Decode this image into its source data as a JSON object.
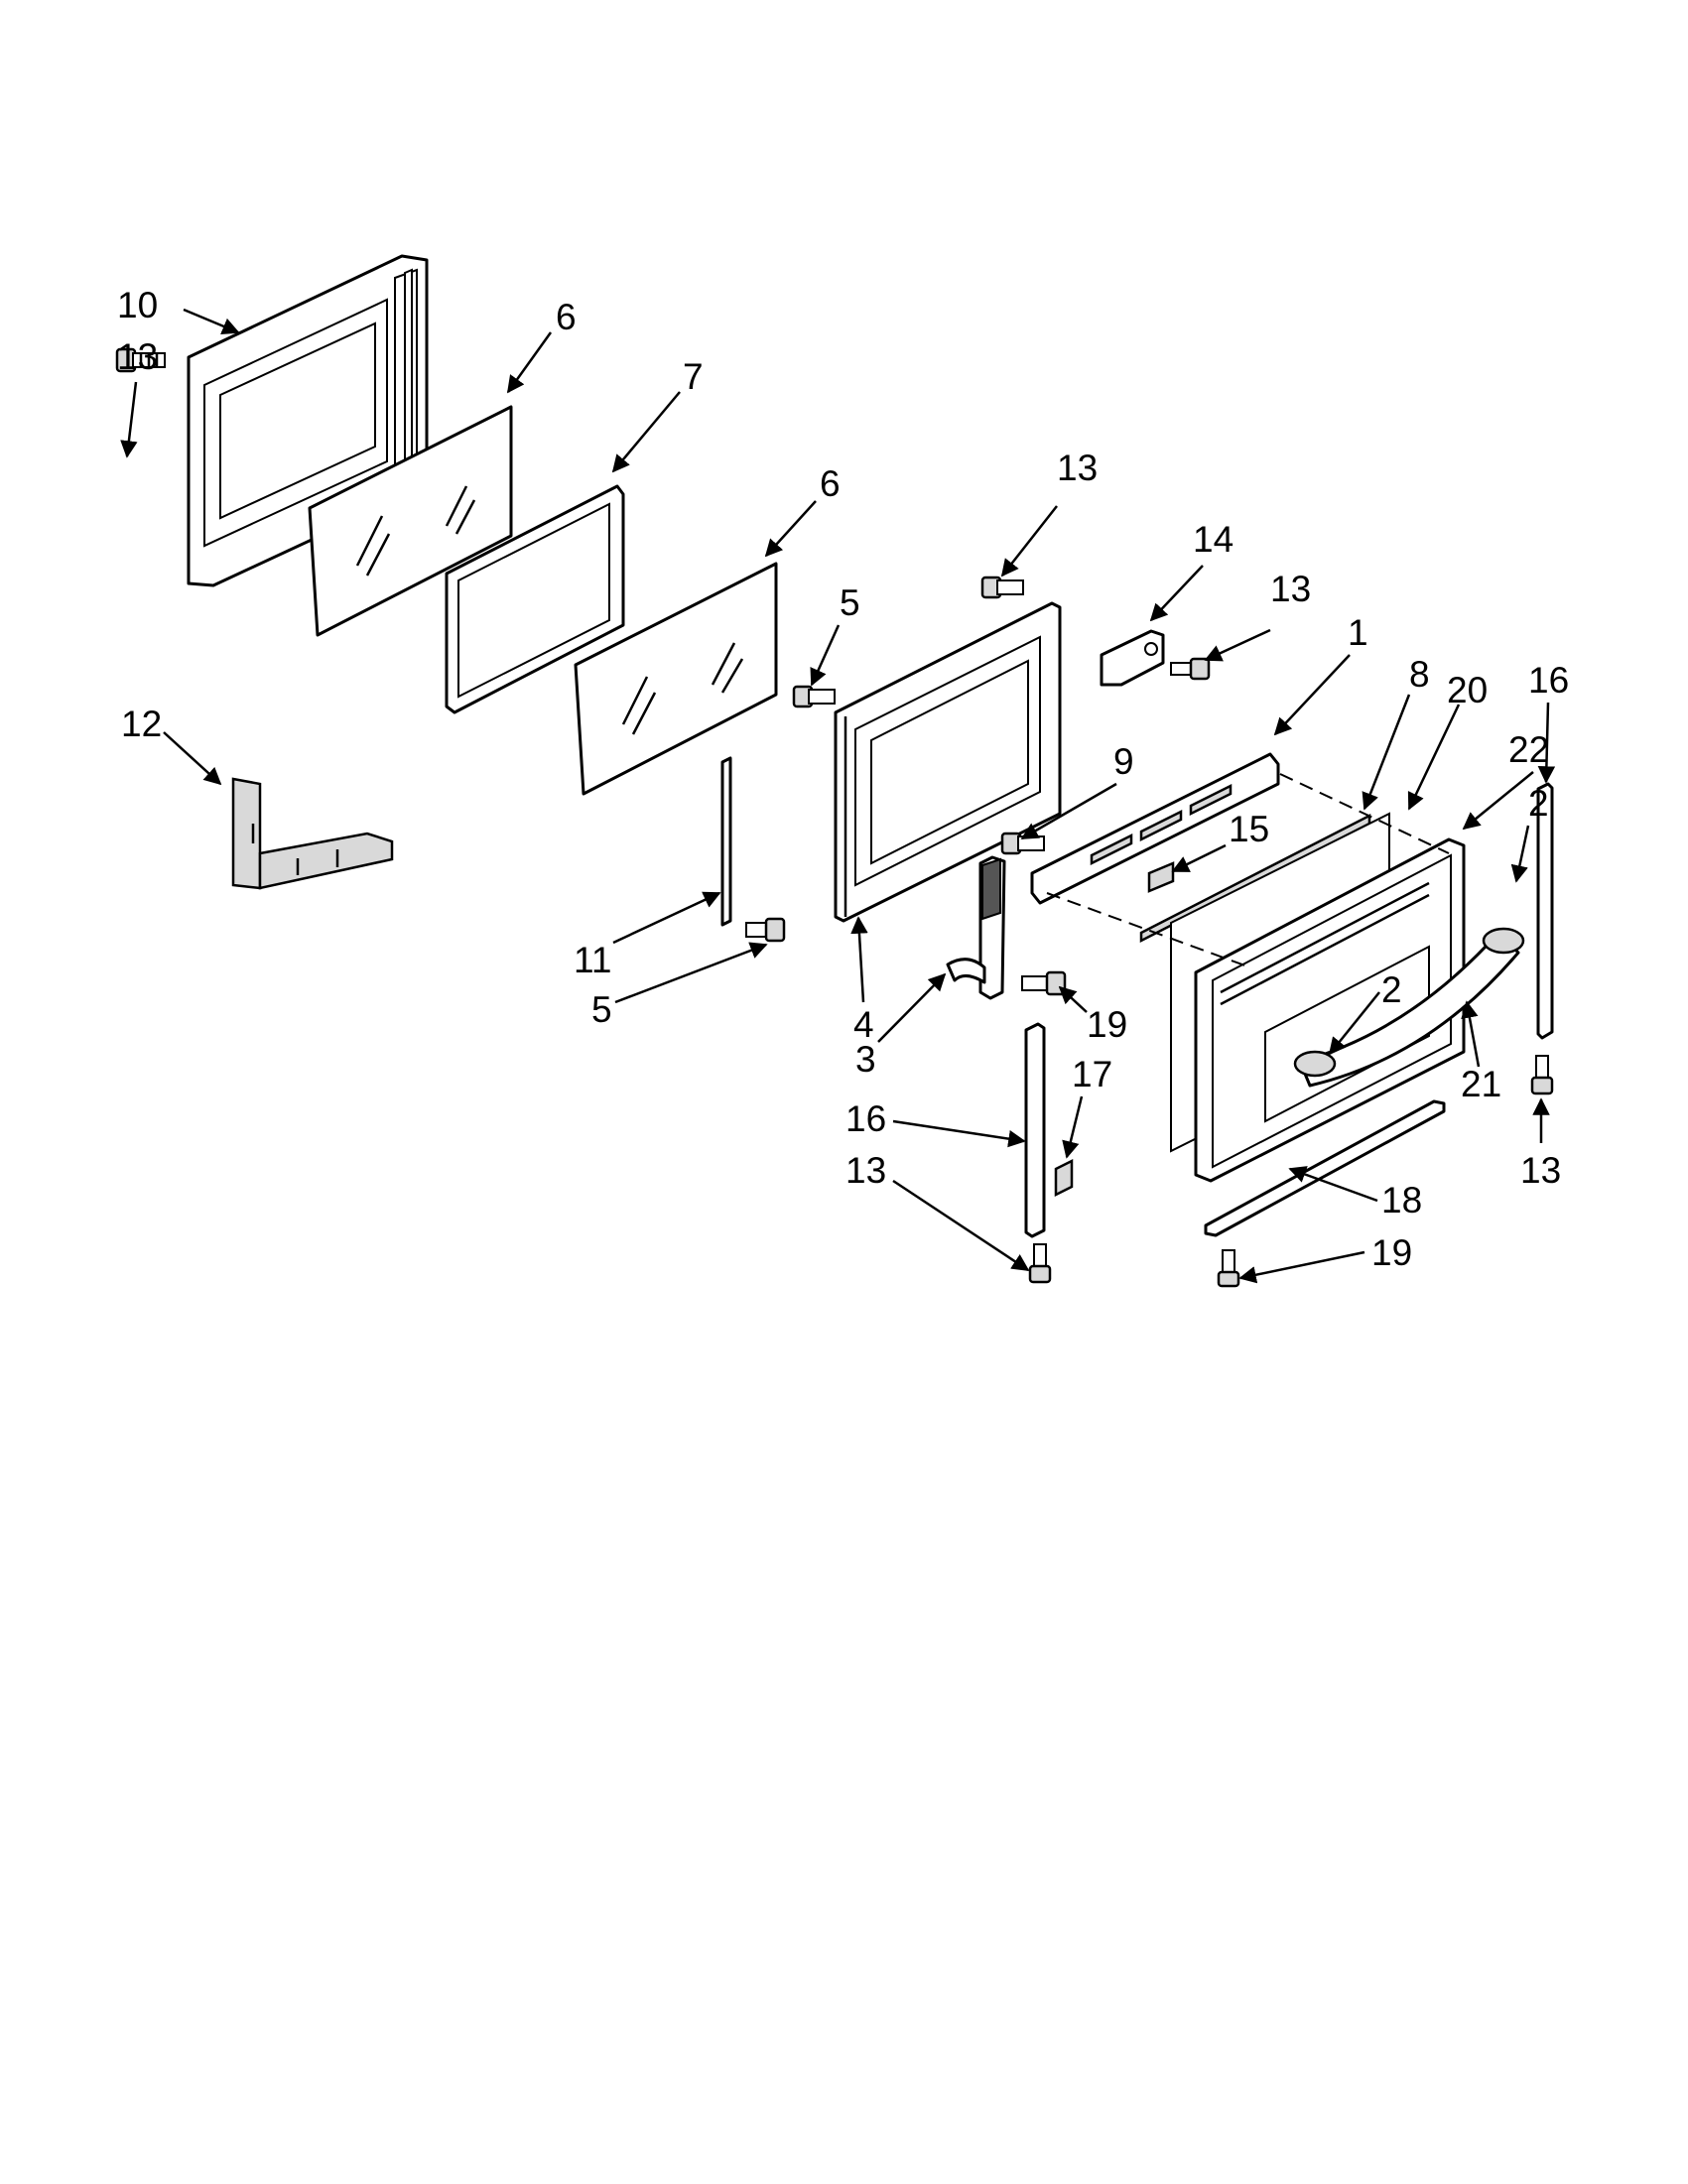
{
  "callouts": [
    {
      "id": "c10a",
      "text": "10"
    },
    {
      "id": "c13a",
      "text": "13"
    },
    {
      "id": "c6a",
      "text": "6"
    },
    {
      "id": "c7",
      "text": "7"
    },
    {
      "id": "c6b",
      "text": "6"
    },
    {
      "id": "c13b",
      "text": "13"
    },
    {
      "id": "c14",
      "text": "14"
    },
    {
      "id": "c13c",
      "text": "13"
    },
    {
      "id": "c5a",
      "text": "5"
    },
    {
      "id": "c1",
      "text": "1"
    },
    {
      "id": "c8",
      "text": "8"
    },
    {
      "id": "c20",
      "text": "20"
    },
    {
      "id": "c16a",
      "text": "16"
    },
    {
      "id": "c22",
      "text": "22"
    },
    {
      "id": "c2a",
      "text": "2"
    },
    {
      "id": "c12",
      "text": "12"
    },
    {
      "id": "c9",
      "text": "9"
    },
    {
      "id": "c15",
      "text": "15"
    },
    {
      "id": "c11",
      "text": "11"
    },
    {
      "id": "c5b",
      "text": "5"
    },
    {
      "id": "c4",
      "text": "4"
    },
    {
      "id": "c2b",
      "text": "2"
    },
    {
      "id": "c19a",
      "text": "19"
    },
    {
      "id": "c3",
      "text": "3"
    },
    {
      "id": "c21",
      "text": "21"
    },
    {
      "id": "c17",
      "text": "17"
    },
    {
      "id": "c16b",
      "text": "16"
    },
    {
      "id": "c13d",
      "text": "13"
    },
    {
      "id": "c13e",
      "text": "13"
    },
    {
      "id": "c18",
      "text": "18"
    },
    {
      "id": "c19b",
      "text": "19"
    }
  ]
}
